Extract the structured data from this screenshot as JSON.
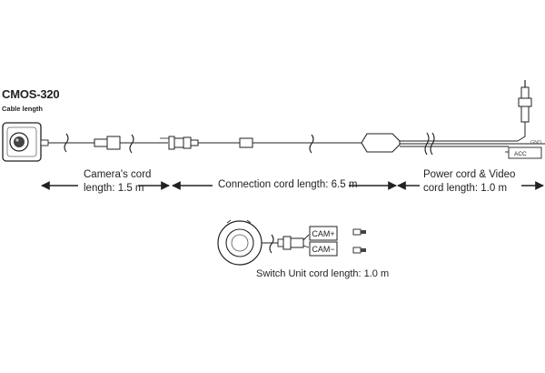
{
  "title": "CMOS-320",
  "subtitle": "Cable length",
  "labels": {
    "camera_cord": "Camera's cord length: 1.5 m",
    "camera_cord_line1": "Camera's cord",
    "camera_cord_line2": "length: 1.5 m",
    "connection_cord": "Connection cord length: 6.5 m",
    "power_cord_line1": "Power cord & Video",
    "power_cord_line2": "cord length: 1.0 m",
    "switch_cord": "Switch Unit cord length: 1.0 m"
  },
  "tags": {
    "gnd": "GND",
    "acc": "ACC",
    "cam_plus": "CAM+",
    "cam_minus": "CAM−"
  },
  "colors": {
    "line": "#222222",
    "grey": "#999999",
    "background": "#ffffff"
  },
  "icons": [
    "camera-icon",
    "switch-unit-icon",
    "rca-plug-icon",
    "cord-break-icon",
    "connector-icon",
    "terminal-icon"
  ]
}
